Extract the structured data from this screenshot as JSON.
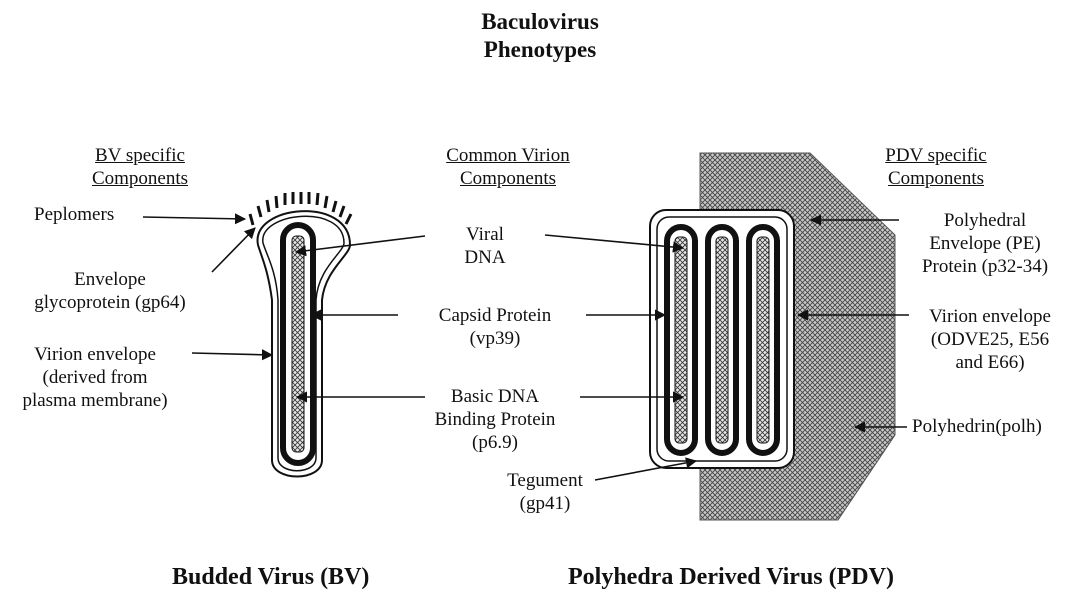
{
  "title": [
    "Baculovirus",
    "Phenotypes"
  ],
  "headers": {
    "bv": [
      "BV specific",
      "Components"
    ],
    "common": [
      "Common Virion",
      "Components"
    ],
    "pdv": [
      "PDV specific",
      "Components"
    ]
  },
  "bv_labels": {
    "peplomers": "Peplomers",
    "envelope_glycoprotein": [
      "Envelope",
      "glycoprotein (gp64)"
    ],
    "virion_envelope": [
      "Virion envelope",
      "(derived from",
      "plasma membrane)"
    ]
  },
  "common_labels": {
    "viral_dna": [
      "Viral",
      "DNA"
    ],
    "capsid": [
      "Capsid Protein",
      "(vp39)"
    ],
    "basic_dna": [
      "Basic DNA",
      "Binding Protein",
      "(p6.9)"
    ],
    "tegument": [
      "Tegument",
      "(gp41)"
    ]
  },
  "pdv_labels": {
    "polyhedral_envelope": [
      "Polyhedral",
      "Envelope (PE)",
      "Protein (p32-34)"
    ],
    "virion_envelope": [
      "Virion envelope",
      "(ODVE25, E56",
      "and E66)"
    ],
    "polyhedrin": "Polyhedrin(polh)"
  },
  "captions": {
    "bv": "Budded Virus (BV)",
    "pdv": "Polyhedra Derived Virus (PDV)"
  }
}
